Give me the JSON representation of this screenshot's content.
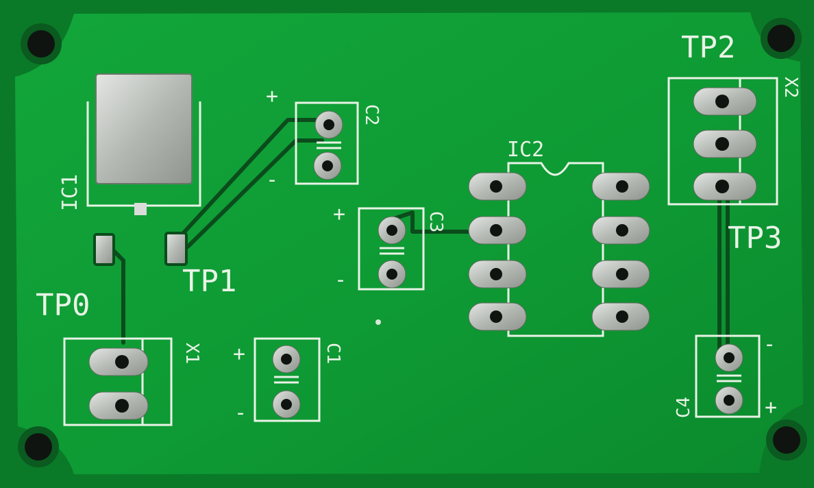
{
  "board": {
    "colors": {
      "mask": "#0e9a34",
      "mask_dark": "#0a7a28",
      "silkscreen": "#e9f3e6",
      "tin": "#c9ccc8",
      "hole": "#101410"
    },
    "labels": {
      "ic1": "IC1",
      "ic2": "IC2",
      "tp0": "TP0",
      "tp1": "TP1",
      "tp2": "TP2",
      "tp3": "TP3",
      "x1": "X1",
      "x2": "X2",
      "c1": "C1",
      "c2": "C2",
      "c3": "C3",
      "c4": "C4",
      "plus": "+",
      "minus": "-"
    }
  }
}
